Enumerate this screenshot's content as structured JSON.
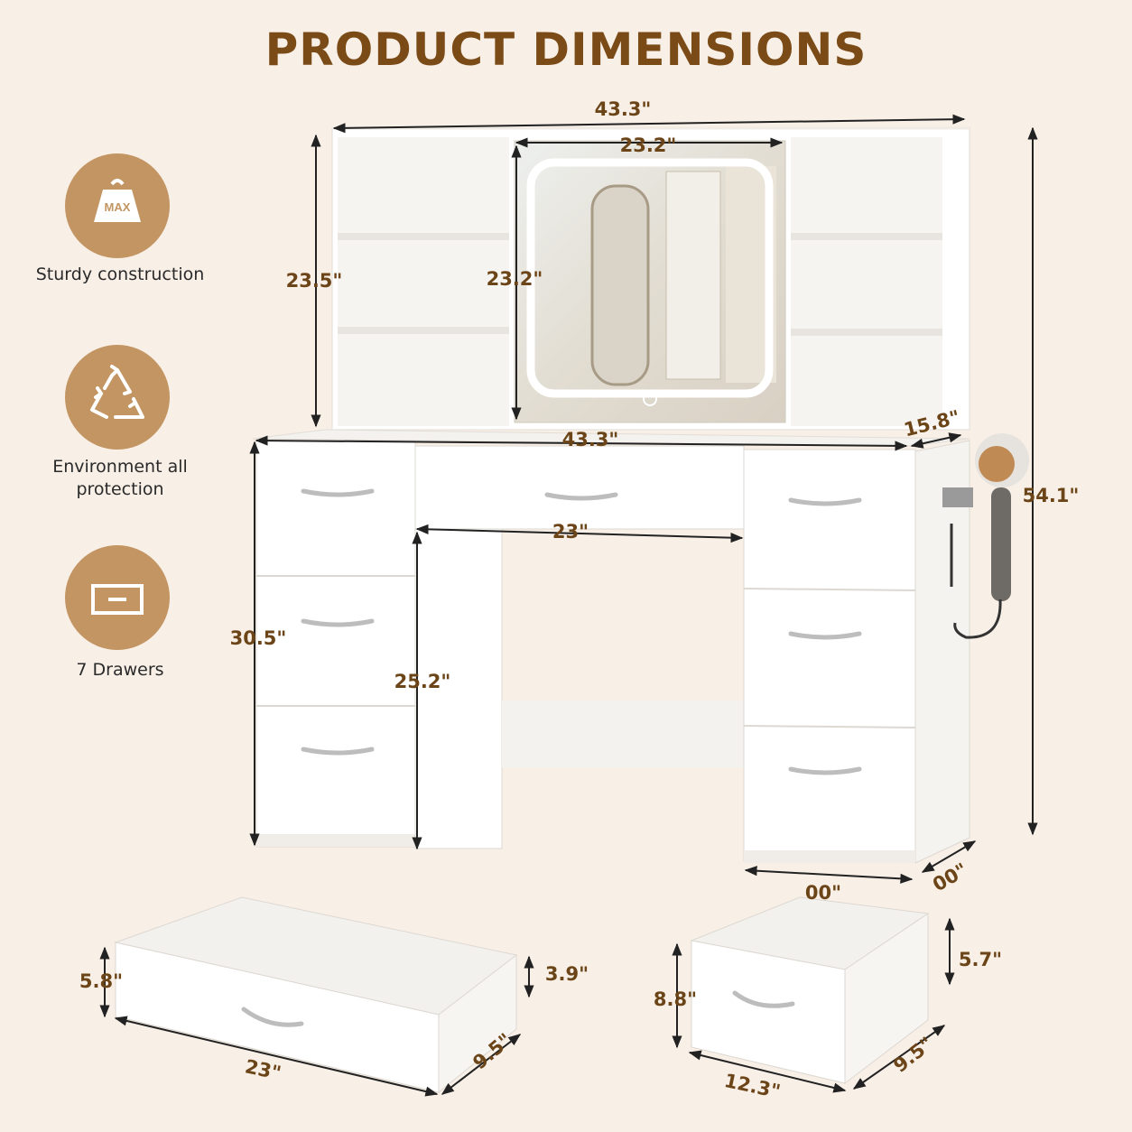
{
  "title": "PRODUCT DIMENSIONS",
  "features": [
    {
      "label": "Sturdy construction",
      "icon": "weight-max-icon",
      "icon_text": "MAX"
    },
    {
      "label": "Environment all protection",
      "icon": "recycle-icon"
    },
    {
      "label": "7 Drawers",
      "icon": "drawer-icon"
    }
  ],
  "dimensions": {
    "top_width": "43.3\"",
    "mirror_width": "23.2\"",
    "mirror_height": "23.2\"",
    "hutch_height": "23.5\"",
    "total_height": "54.1\"",
    "desk_depth": "15.8\"",
    "desk_width": "43.3\"",
    "knee_width": "23\"",
    "desk_height": "30.5\"",
    "knee_height": "25.2\"",
    "cabinet_width": "00\"",
    "cabinet_depth": "00\""
  },
  "large_drawer": {
    "front_height": "5.8\"",
    "inner_height": "3.9\"",
    "width": "23\"",
    "depth": "9.5\""
  },
  "small_drawer": {
    "front_height": "8.8\"",
    "inner_height": "5.7\"",
    "width": "12.3\"",
    "depth": "9.5\""
  },
  "colors": {
    "accent": "#c39562",
    "title": "#7a4b16",
    "background": "#f8efe7",
    "furniture": "#ffffff"
  }
}
